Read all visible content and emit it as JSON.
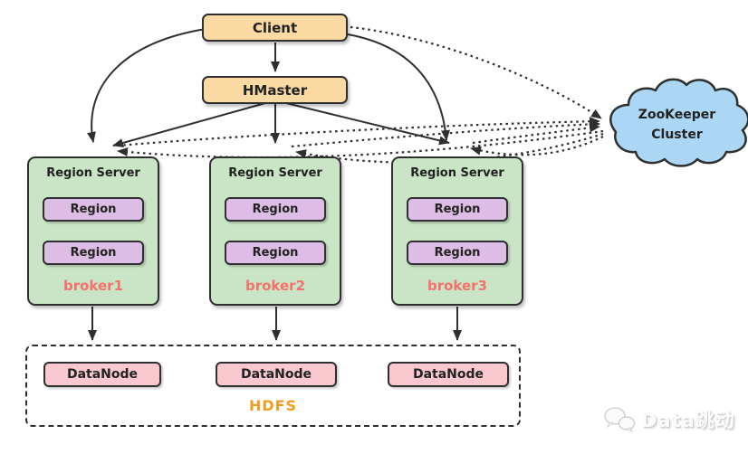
{
  "diagram": {
    "title_hint": "HBase architecture diagram",
    "client": {
      "label": "Client"
    },
    "hmaster": {
      "label": "HMaster"
    },
    "region_servers": [
      {
        "title": "Region Server",
        "regions": [
          "Region",
          "Region"
        ],
        "broker": "broker1"
      },
      {
        "title": "Region Server",
        "regions": [
          "Region",
          "Region"
        ],
        "broker": "broker2"
      },
      {
        "title": "Region Server",
        "regions": [
          "Region",
          "Region"
        ],
        "broker": "broker3"
      }
    ],
    "zookeeper": {
      "line1": "ZooKeeper",
      "line2": "Cluster"
    },
    "hdfs": {
      "label": "HDFS",
      "datanodes": [
        "DataNode",
        "DataNode",
        "DataNode"
      ]
    },
    "edges": [
      {
        "from": "client",
        "to": "hmaster",
        "style": "solid"
      },
      {
        "from": "client",
        "to": "region-server-1",
        "style": "solid"
      },
      {
        "from": "client",
        "to": "region-server-3",
        "style": "solid"
      },
      {
        "from": "hmaster",
        "to": "region-server-1",
        "style": "solid"
      },
      {
        "from": "hmaster",
        "to": "region-server-2",
        "style": "solid"
      },
      {
        "from": "hmaster",
        "to": "region-server-3",
        "style": "solid"
      },
      {
        "from": "region-server-1",
        "to": "hdfs",
        "style": "solid"
      },
      {
        "from": "region-server-2",
        "to": "hdfs",
        "style": "solid"
      },
      {
        "from": "region-server-3",
        "to": "hdfs",
        "style": "solid"
      },
      {
        "from": "client",
        "to": "zookeeper",
        "style": "dotted"
      },
      {
        "from": "region-server-1",
        "to": "zookeeper",
        "style": "dotted",
        "bidirectional": true
      },
      {
        "from": "region-server-2",
        "to": "zookeeper",
        "style": "dotted",
        "bidirectional": true
      },
      {
        "from": "region-server-3",
        "to": "zookeeper",
        "style": "dotted",
        "bidirectional": true
      }
    ],
    "watermark": {
      "icon": "wechat-chat-bubbles-icon",
      "text": "Data跳动"
    },
    "colors": {
      "client_fill": "#FBD9A3",
      "hmaster_fill": "#FBD9A3",
      "region_server_fill": "#C9E5C6",
      "region_fill": "#DDBCE5",
      "datanode_fill": "#F9C8CE",
      "zookeeper_cloud_fill": "#ABD7F4",
      "broker_text": "#F4716C",
      "hdfs_text": "#F59A23",
      "line_color": "#2F2F2F",
      "background": "#FFFFFF"
    }
  }
}
